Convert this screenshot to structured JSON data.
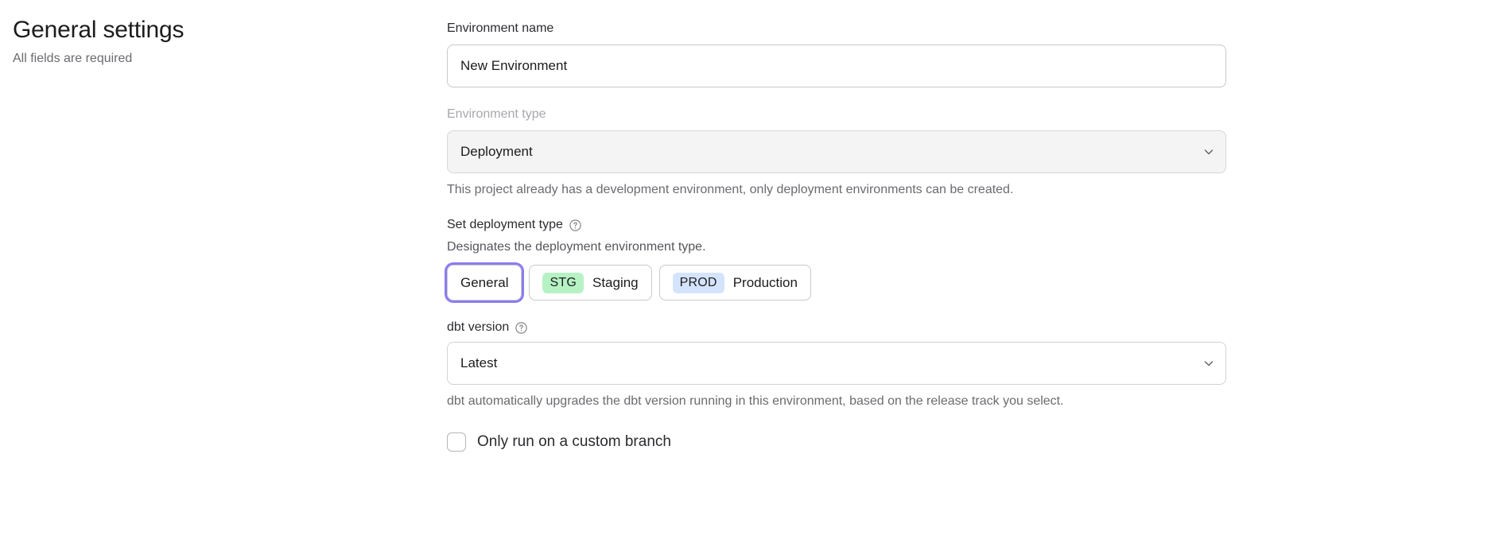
{
  "header": {
    "title": "General settings",
    "subtitle": "All fields are required"
  },
  "form": {
    "environment_name": {
      "label": "Environment name",
      "value": "New Environment",
      "placeholder": "Environment name"
    },
    "environment_type": {
      "label": "Environment type",
      "value": "Deployment",
      "disabled_note": "This project already has a development environment, only deployment environments can be created.",
      "chevron_icon": "chevron-down-icon"
    },
    "deployment_type": {
      "label": "Set deployment type",
      "help_icon": "question-circle-icon",
      "description": "Designates the deployment environment type.",
      "options": [
        {
          "label": "General",
          "badge": null,
          "badge_color": null,
          "selected": true
        },
        {
          "label": "Staging",
          "badge": "STG",
          "badge_color": "#b6f2c4",
          "selected": false
        },
        {
          "label": "Production",
          "badge": "PROD",
          "badge_color": "#d4e4fd",
          "selected": false
        }
      ]
    },
    "dbt_version": {
      "label": "dbt version",
      "help_icon": "question-circle-icon",
      "value": "Latest",
      "helper_text": "dbt automatically upgrades the dbt version running in this environment, based on the release track you select.",
      "chevron_icon": "chevron-down-icon"
    },
    "custom_branch": {
      "label": "Only run on a custom branch",
      "checked": false
    }
  },
  "colors": {
    "focus_ring": "#8b7cf0",
    "staging_badge": "#b6f2c4",
    "production_badge": "#d4e4fd",
    "disabled_field": "#f4f4f5"
  }
}
